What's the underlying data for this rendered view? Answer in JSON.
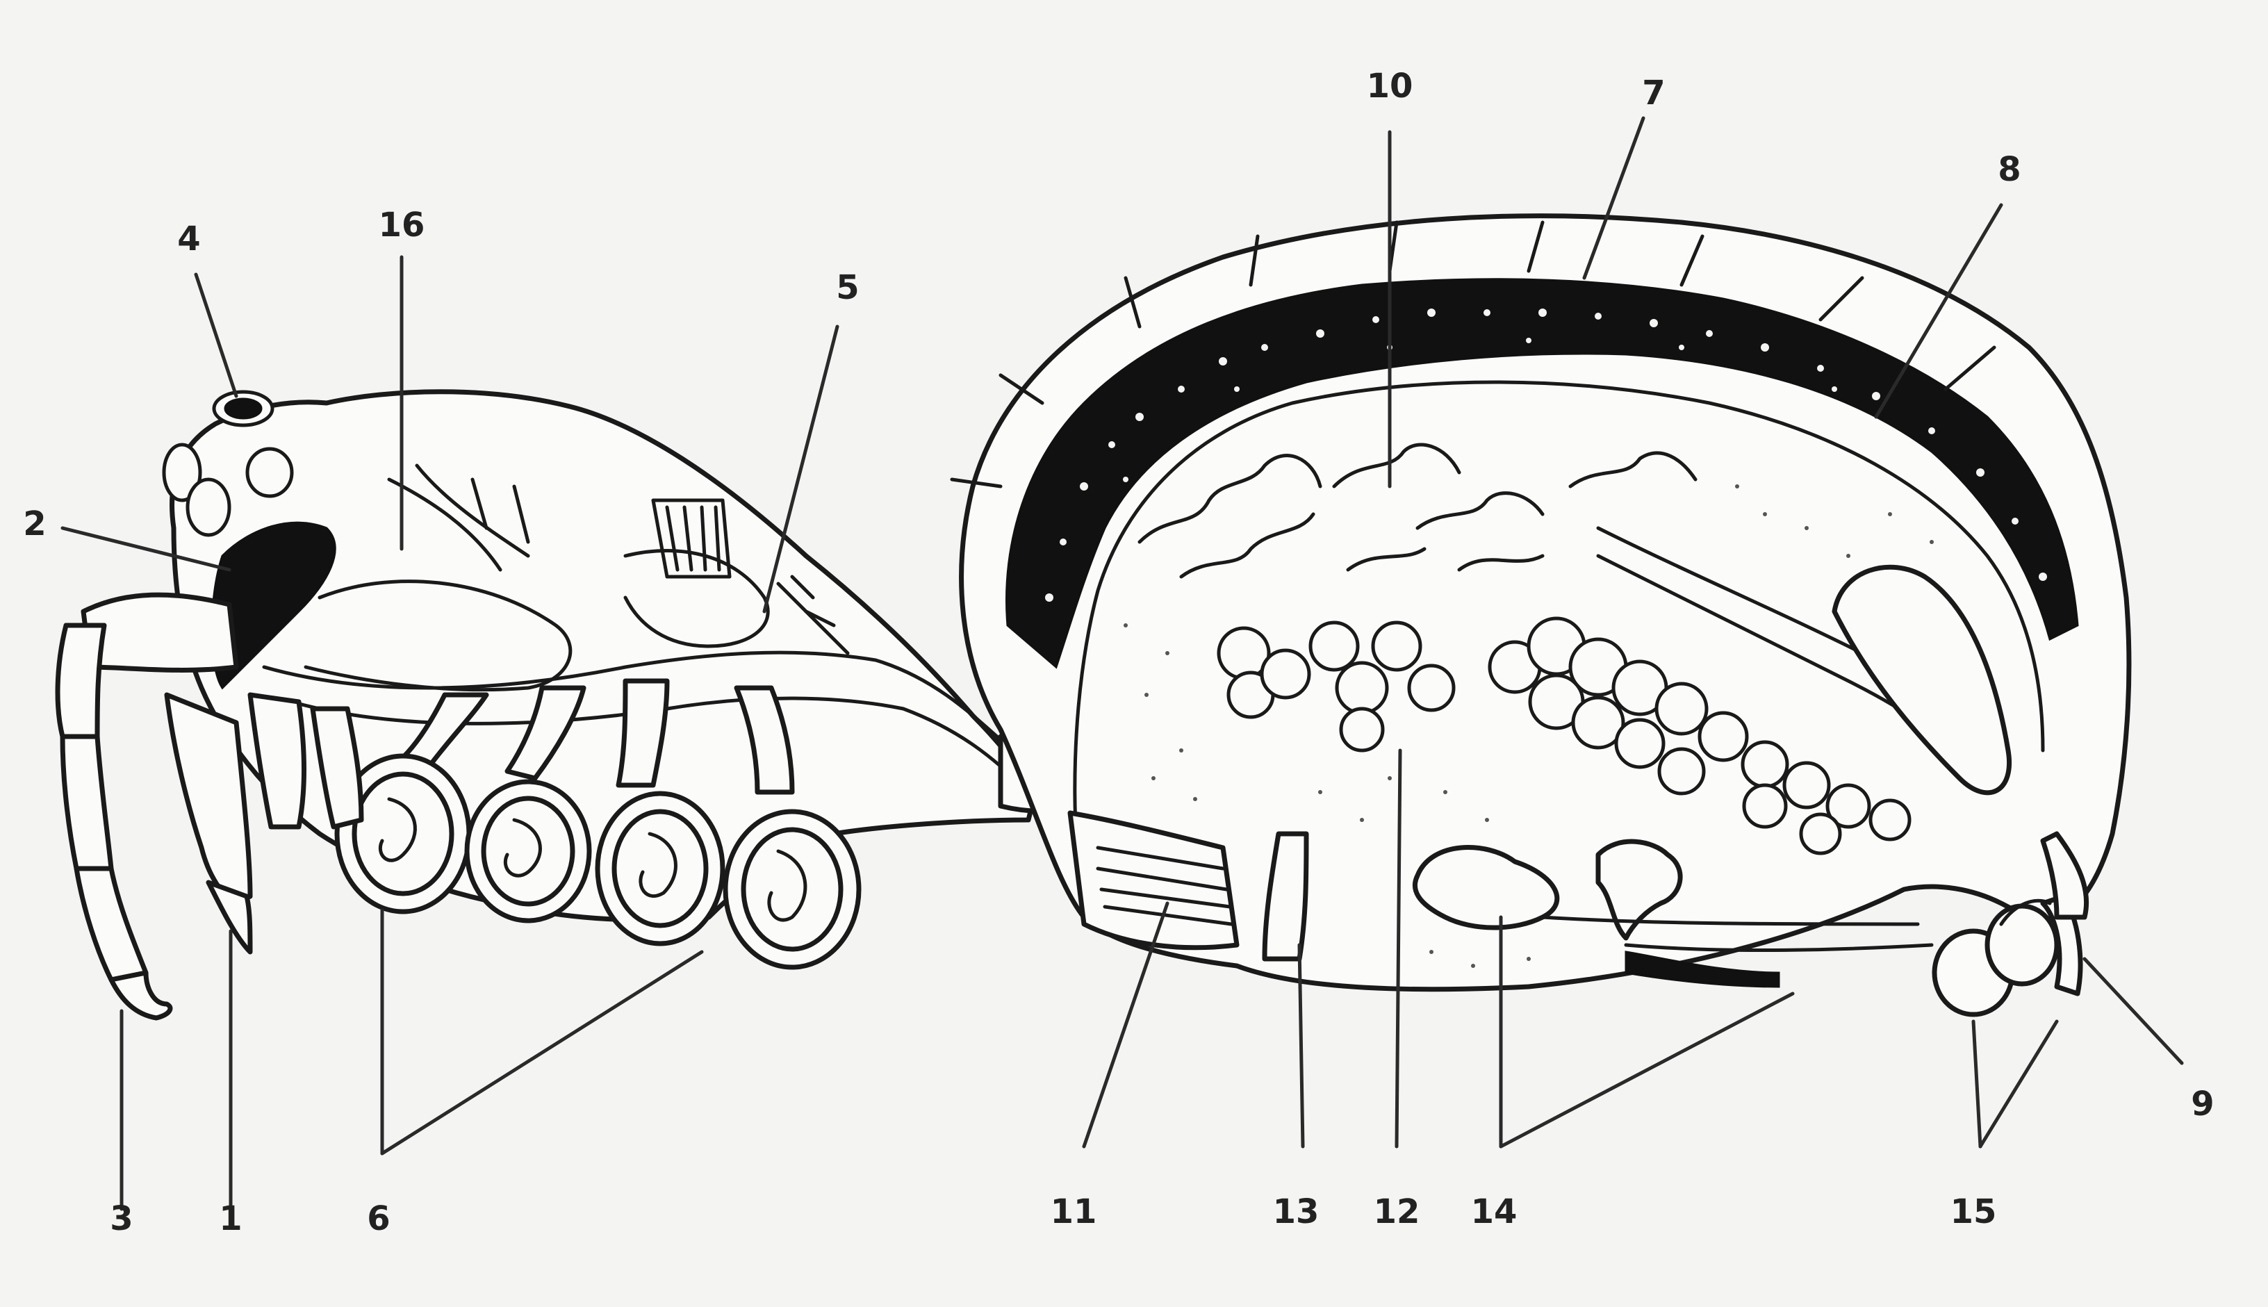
{
  "figure": {
    "labels": [
      {
        "id": "l1",
        "text": "1"
      },
      {
        "id": "l2",
        "text": "2"
      },
      {
        "id": "l3",
        "text": "3"
      },
      {
        "id": "l4",
        "text": "4"
      },
      {
        "id": "l5",
        "text": "5"
      },
      {
        "id": "l6",
        "text": "6"
      },
      {
        "id": "l7",
        "text": "7"
      },
      {
        "id": "l8",
        "text": "8"
      },
      {
        "id": "l9",
        "text": "9"
      },
      {
        "id": "l10",
        "text": "10"
      },
      {
        "id": "l11",
        "text": "11"
      },
      {
        "id": "l12",
        "text": "12"
      },
      {
        "id": "l13",
        "text": "13"
      },
      {
        "id": "l14",
        "text": "14"
      },
      {
        "id": "l15",
        "text": "15"
      },
      {
        "id": "l16",
        "text": "16"
      }
    ]
  }
}
